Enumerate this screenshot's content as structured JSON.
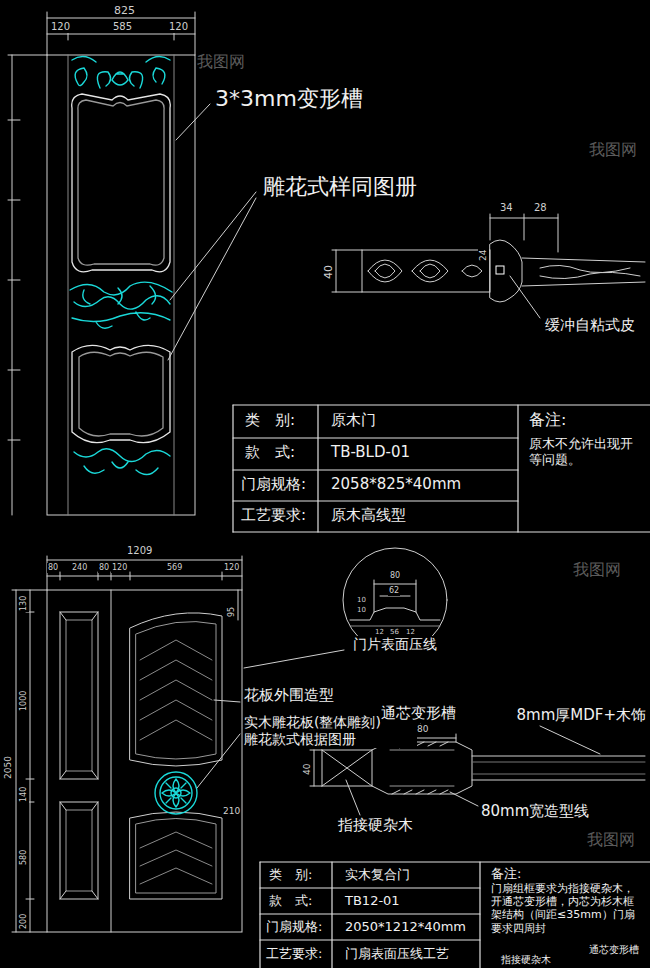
{
  "diagram": {
    "labels": [
      "825",
      "120",
      "585",
      "120",
      "3*3mm变形槽",
      "雕花式样同图册",
      "34",
      "28",
      "24",
      "40",
      "缓冲自粘式皮",
      "类　别:",
      "原木门",
      "备注:",
      "款　式:",
      "TB-BLD-01",
      "原木不允许出现开 等问题。",
      "门扇规格:",
      "2058*825*40mm",
      "工艺要求:",
      "原木高线型",
      "1209",
      "80",
      "240",
      "80",
      "120",
      "569",
      "120",
      "130",
      "1000",
      "2050",
      "140",
      "580",
      "200",
      "95",
      "210",
      "80",
      "62",
      "10",
      "10",
      "12",
      "56",
      "12",
      "门片表面压线",
      "花板外围造型",
      "实木雕花板(整体雕刻) 雕花款式根据图册",
      "通芯变形槽",
      "8mm厚MDF+木饰",
      "80",
      "40",
      "指接硬杂木",
      "80mm宽造型线",
      "类　别:",
      "实木复合门",
      "备注:",
      "款　式:",
      "TB12-01",
      "门扇组框要求为指接硬杂木，开通芯变形槽，内芯为杉木框架结构（间距≤35mm）门扇要求四周封",
      "门扇规格:",
      "2050*1212*40mm",
      "工艺要求:",
      "门扇表面压线工艺",
      "通芯变形槽",
      "指接硬杂木",
      "我图网",
      "我图网",
      "我图网",
      "我图网"
    ]
  }
}
